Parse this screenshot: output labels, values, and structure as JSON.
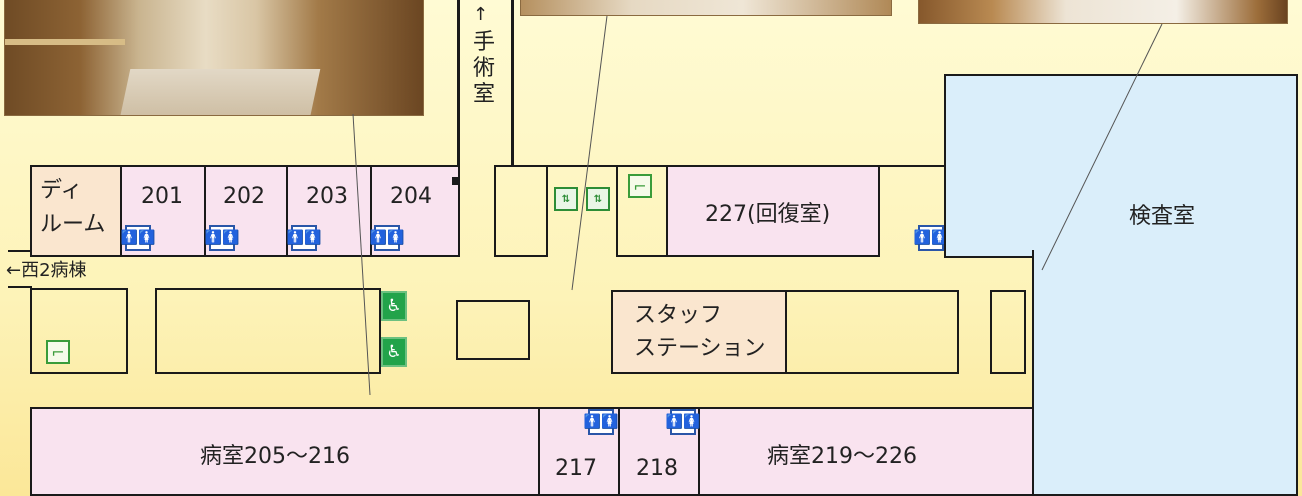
{
  "arrows": {
    "surgery": "↑",
    "west": "←西2病棟"
  },
  "surgery_label": [
    "手",
    "術",
    "室"
  ],
  "rooms": {
    "dayroom": [
      "ディ",
      "ルーム"
    ],
    "r201": "201",
    "r202": "202",
    "r203": "203",
    "r204": "204",
    "r227": "227(回復室)",
    "exam": "検査室",
    "staff": [
      "スタッフ",
      "ステーション"
    ],
    "r205_216": "病室205〜216",
    "r217": "217",
    "r218": "218",
    "r219_226": "病室219〜226"
  },
  "icon_glyphs": {
    "toilet_men": "🚹",
    "toilet_women": "🚺",
    "elevator": "⇅",
    "stairs": "⌐",
    "wheelchair": "♿"
  },
  "colors": {
    "patient_room": "#f9e3ef",
    "dayroom": "#fae6cf",
    "exam_room": "#daeefa",
    "background": "#fdf3b8"
  }
}
